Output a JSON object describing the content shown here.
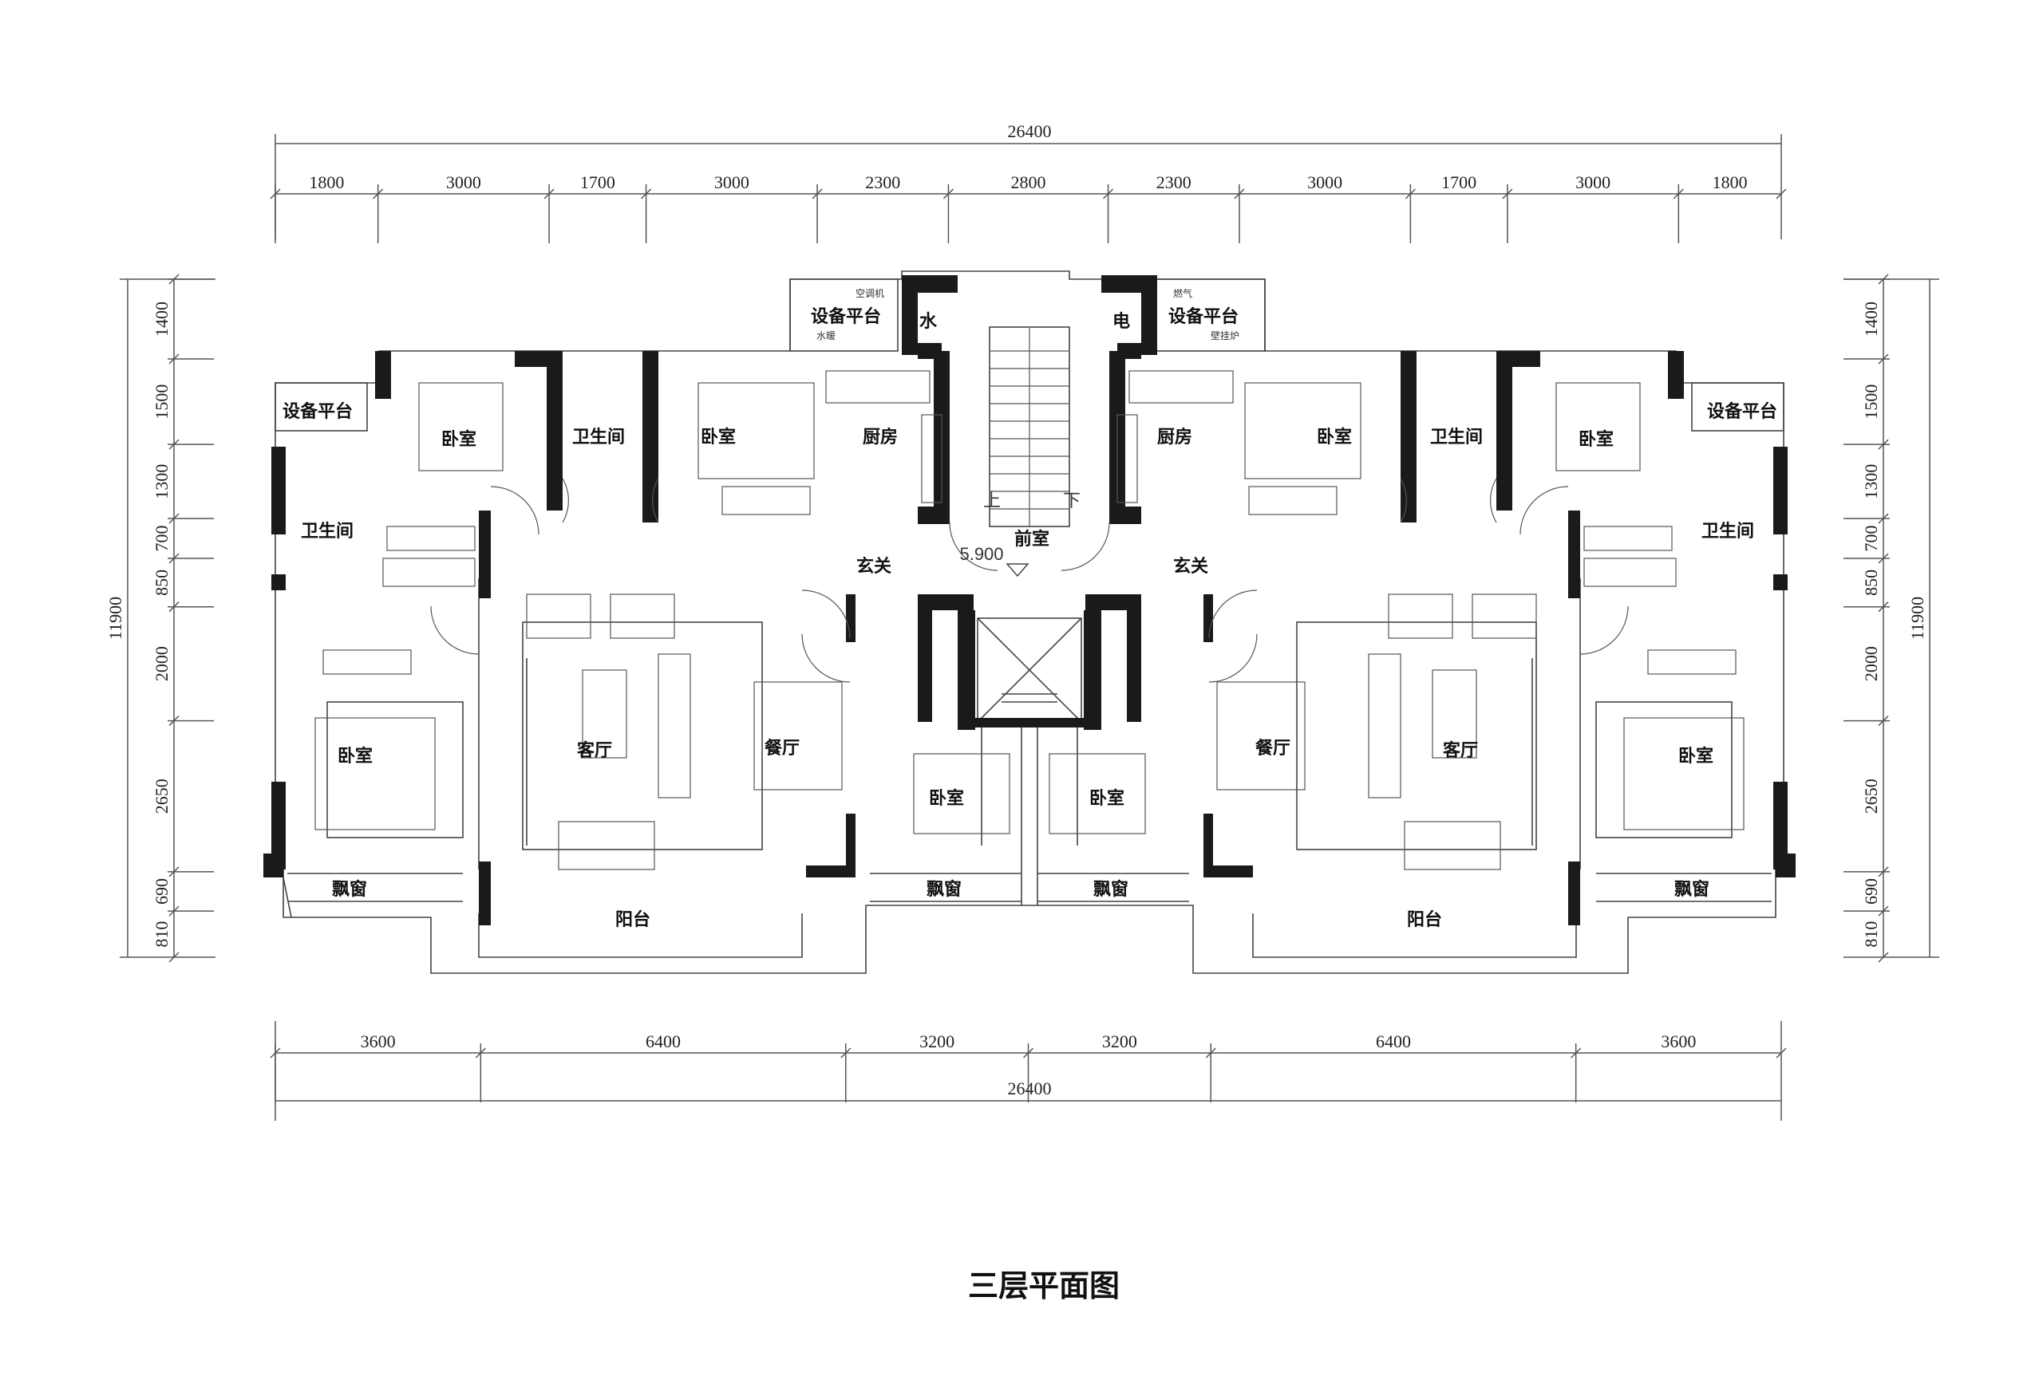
{
  "title": "三层平面图",
  "elevation": "5.900",
  "dimensions": {
    "top_total": "26400",
    "top_segments": [
      "1800",
      "3000",
      "1700",
      "3000",
      "2300",
      "2800",
      "2300",
      "3000",
      "1700",
      "3000",
      "1800"
    ],
    "bottom_segments": [
      "3600",
      "6400",
      "3200",
      "3200",
      "6400",
      "3600"
    ],
    "bottom_total": "26400",
    "side_total": "11900",
    "side_segments": [
      "1400",
      "1500",
      "1300",
      "700",
      "850",
      "2000",
      "2650",
      "690",
      "810"
    ]
  },
  "rooms": {
    "equipment_platform": "设备平台",
    "water": "水",
    "electric": "电",
    "bedroom": "卧室",
    "bathroom": "卫生间",
    "kitchen": "厨房",
    "front_room": "前室",
    "foyer": "玄关",
    "living_room": "客厅",
    "dining_room": "餐厅",
    "bay_window": "飘窗",
    "balcony": "阳台",
    "stairs_up": "上",
    "stairs_down": "下"
  },
  "labels": {
    "water_heater": "水暖",
    "ac_unit": "空调机",
    "gas": "燃气",
    "boiler": "壁挂炉"
  },
  "colors": {
    "wall": "#1a1a1a",
    "line": "#333333",
    "thin": "#666666",
    "background": "#ffffff"
  }
}
